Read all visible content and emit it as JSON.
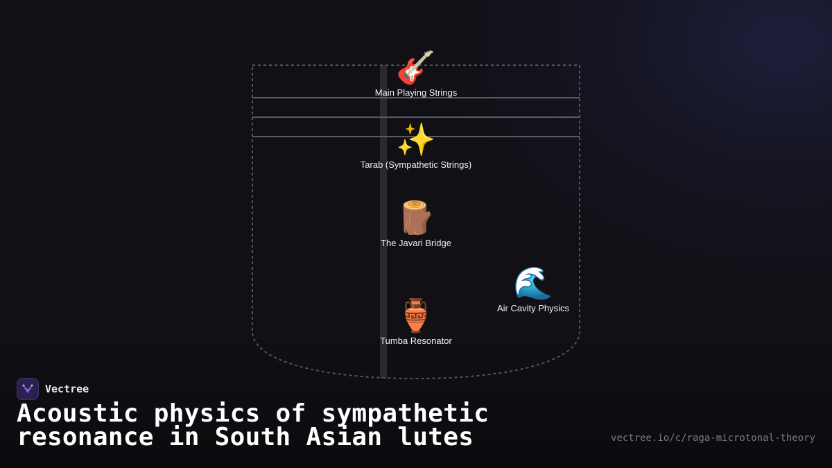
{
  "diagram": {
    "nodes": [
      {
        "id": "main-strings",
        "icon": "guitar-emoji",
        "emoji": "🎸",
        "label": "Main Playing Strings"
      },
      {
        "id": "tarab",
        "icon": "sparkles-emoji",
        "emoji": "✨",
        "label": "Tarab (Sympathetic Strings)"
      },
      {
        "id": "javari",
        "icon": "wood-log-emoji",
        "emoji": "🪵",
        "label": "The Javari Bridge"
      },
      {
        "id": "air-cavity",
        "icon": "wave-emoji",
        "emoji": "🌊",
        "label": "Air Cavity Physics"
      },
      {
        "id": "tumba",
        "icon": "amphora-emoji",
        "emoji": "🏺",
        "label": "Tumba Resonator"
      }
    ]
  },
  "brand": {
    "name": "Vectree",
    "icon": "vectree-logo-icon",
    "accent": "#8b5cf6"
  },
  "footer": {
    "title": "Acoustic physics of sympathetic resonance in South Asian lutes",
    "url": "vectree.io/c/raga-microtonal-theory"
  },
  "colors": {
    "background": "#111015",
    "outline": "#55555c",
    "string": "#5a5a60",
    "neck": "#2a2a2e"
  }
}
